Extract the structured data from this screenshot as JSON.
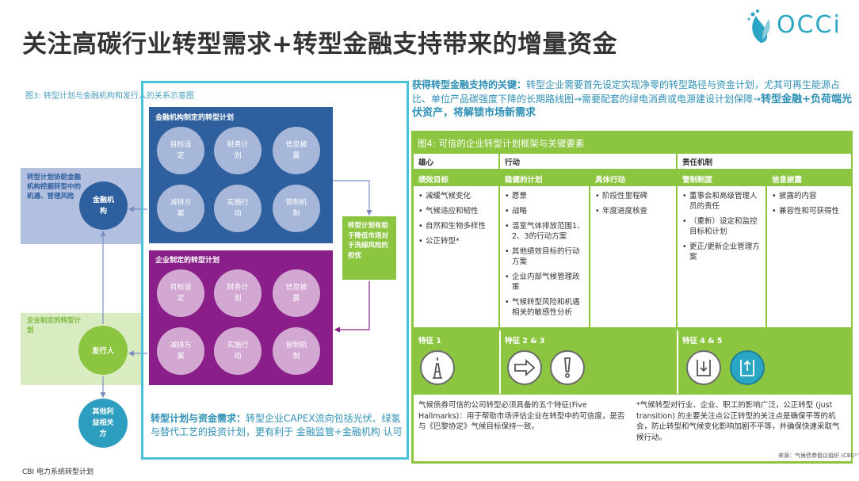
{
  "title": "关注高碳行业转型需求+转型金融支持带来的增量资金",
  "logo": "OCCi",
  "fig3": {
    "caption": "图3: 转型计划与金融机构和发行人的关系示意图",
    "blue_panel_title": "金融机构制定的转型计划",
    "purple_panel_title": "企业制定的转型计划",
    "circles": [
      "目标设定",
      "财务计划",
      "信息披露",
      "减排方案",
      "实施行动",
      "管制机制"
    ],
    "bank_note": "转型计划协助金融机构挖掘转型中的机遇、管理风险",
    "bank_circle": "金融机构",
    "issuer_note": "企业制定的转型计划",
    "issuer_circle": "发行人",
    "stakeholders_circle": "其他利益相关方",
    "green_note": "转型计划有助于降低市场对于洗绿风险的担忧",
    "bottom_note_bold": "转型计划与资金需求：",
    "bottom_note": "转型企业CAPEX流向包括光伏、绿氢与替代工艺的投资计划，更有利于 金融监管+金融机构 认可"
  },
  "source_left": "CBI 电力系统转型计划",
  "key": {
    "bold_start": "获得转型金融支持的关键：",
    "text": "转型企业需要首先设定实现净零的转型路径与资金计划，尤其可再生能源占比、单位产品碳强度下降的长期路线图→需要配套的绿电消费或电源建设计划保障→",
    "bold_end": "转型金融+负荷端光伏资产，将解锁市场新需求"
  },
  "fig4": {
    "caption": "图4: 可信的企业转型计划框架与关键要素",
    "groups": [
      "雄心",
      "行动",
      "责任机制"
    ],
    "columns": [
      {
        "header": "绩效目标",
        "items": [
          "减缓气候变化",
          "气候适应和韧性",
          "自然和生物多样性",
          "公正转型*"
        ]
      },
      {
        "header": "稳健的计划",
        "items": [
          "愿景",
          "战略",
          "温室气体排放范围1、2、3的行动方案",
          "其他绩效目标的行动方案",
          "企业内部气候管理政策",
          "气候转型风险和机遇相关的敏感性分析"
        ]
      },
      {
        "header": "具体行动",
        "items": [
          "阶段性里程碑",
          "年度进度核查"
        ]
      },
      {
        "header": "管制制度",
        "items": [
          "董事会和高级管理人员的责任",
          "（重新）设定和监控目标和计划",
          "更正/更新企业管理方案"
        ]
      },
      {
        "header": "信息披露",
        "items": [
          "披露的内容",
          "兼容性和可获得性"
        ]
      }
    ],
    "features": [
      "特征 1",
      "特征 2 & 3",
      "特征 4 & 5"
    ],
    "icons": [
      "tower-icon",
      "arrow-right-icon",
      "exclamation-icon",
      "download-doc-icon",
      "upload-doc-icon"
    ],
    "note_left": "气候债券可信的公司转型必须具备的五个特征(Five Hallmarks)：用于帮助市场评估企业在转型中的可信度，是否与《巴黎协定》气候目标保持一致。",
    "note_right": "*气候转型对行业、企业、职工的影响广泛，公正转型 (just transition) 的主要关注点公正转型的关注点是确保平等的机会，防止转型和气候变化影响加剧不平等，并确保快速采取气候行动。",
    "source": "来源：气候债券倡议组织 (CBI)¹⁷"
  },
  "colors": {
    "blue": "#2e5f9e",
    "purple": "#8a1f8a",
    "green": "#8cc540",
    "cyan": "#49c1d9",
    "teal_text": "#2e8fb5"
  }
}
